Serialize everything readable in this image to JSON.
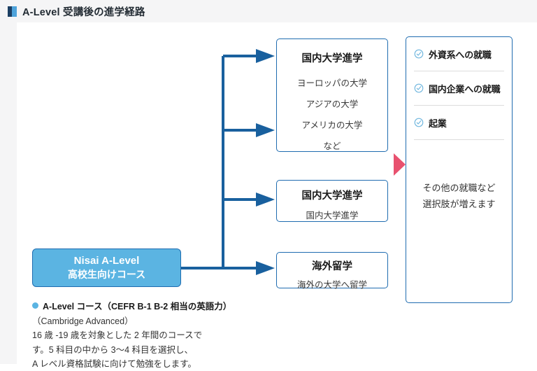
{
  "header": {
    "title": "A-Level 受講後の進学経路",
    "marker_icon": "two-tone-square-icon",
    "marker_color_dark": "#1c3f63",
    "marker_color_light": "#4ea3db"
  },
  "source": {
    "line_en": "Nisai A-Level",
    "line_jp": "高校生向けコース",
    "fill_color": "#5bb4e2",
    "border_color": "#1f6cb0"
  },
  "paths": [
    {
      "title": "国内大学進学",
      "lines": [
        "ヨーロッパの大学",
        "アジアの大学",
        "アメリカの大学",
        "など"
      ]
    },
    {
      "title": "国内大学進学",
      "lines": [
        "国内大学進学"
      ]
    },
    {
      "title": "海外留学",
      "lines": [
        "海外の大学へ留学"
      ]
    }
  ],
  "outcomes": {
    "items": [
      {
        "label": "外資系への就職",
        "icon": "check-circle-icon"
      },
      {
        "label": "国内企業への就職",
        "icon": "check-circle-icon"
      },
      {
        "label": "起業",
        "icon": "check-circle-icon"
      }
    ],
    "note_lines": [
      "その他の就職など",
      "選択肢が増えます"
    ],
    "check_color": "#6fb6de",
    "border_color": "#1f6cb0"
  },
  "big_arrow": {
    "icon": "right-triangle-arrow",
    "color": "#e8516f"
  },
  "connector": {
    "color": "#19609e",
    "branch_count": 4
  },
  "caption": {
    "heading": "A-Level コース（CEFR B-1 B-2 相当の英語力）",
    "bullet_color": "#5bb4e2",
    "lines": [
      "（Cambridge Advanced）",
      "16 歳 -19 歳を対象とした 2 年間のコースで",
      "す。5 科目の中から 3〜4 科目を選択し、",
      "A レベル資格試験に向けて勉強をします。"
    ]
  }
}
